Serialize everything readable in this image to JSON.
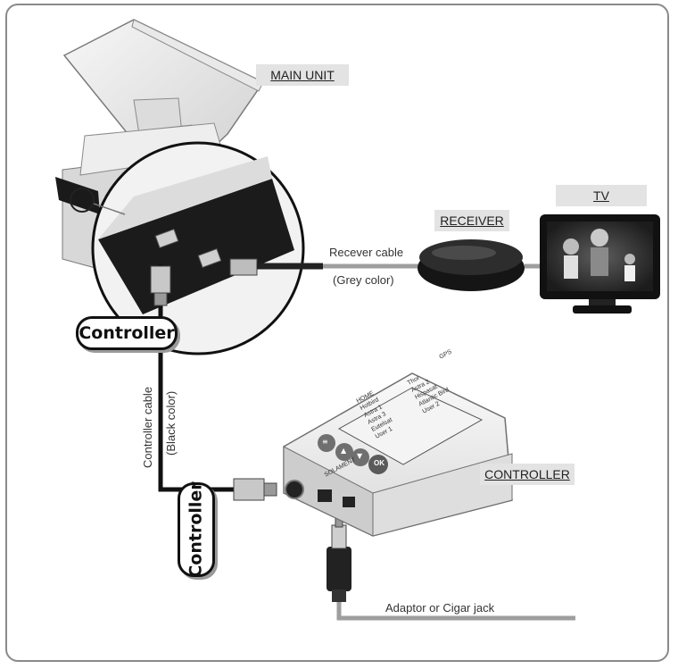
{
  "labels": {
    "main_unit": "MAIN UNIT",
    "tv": "TV",
    "receiver": "RECEIVER",
    "controller_device": "CONTROLLER",
    "receiver_cable": "Recever cable",
    "receiver_cable_color": "(Grey color)",
    "controller_cable": "Controller cable",
    "controller_cable_color": "(Black color)",
    "adaptor": "Adaptor or Cigar jack",
    "connector_tag_top": "Controller",
    "connector_tag_bottom": "Controller"
  },
  "controller_screen": {
    "brand": "SOLAMENT",
    "options": [
      "Hotbird",
      "Thor",
      "Astra 1",
      "Astra 2",
      "Astra 3",
      "Hispasat",
      "Eutelsat",
      "Atlantic Bird",
      "User 1",
      "User 2"
    ],
    "buttons": [
      "OK",
      "Up",
      "Down",
      "Menu"
    ],
    "screen_labels": [
      "HOME",
      "GPS"
    ]
  },
  "colors": {
    "frame": "#8a8a8a",
    "tag_bg": "#e3e3e3",
    "grey_cable": "#9e9e9e",
    "black_cable": "#111111"
  }
}
